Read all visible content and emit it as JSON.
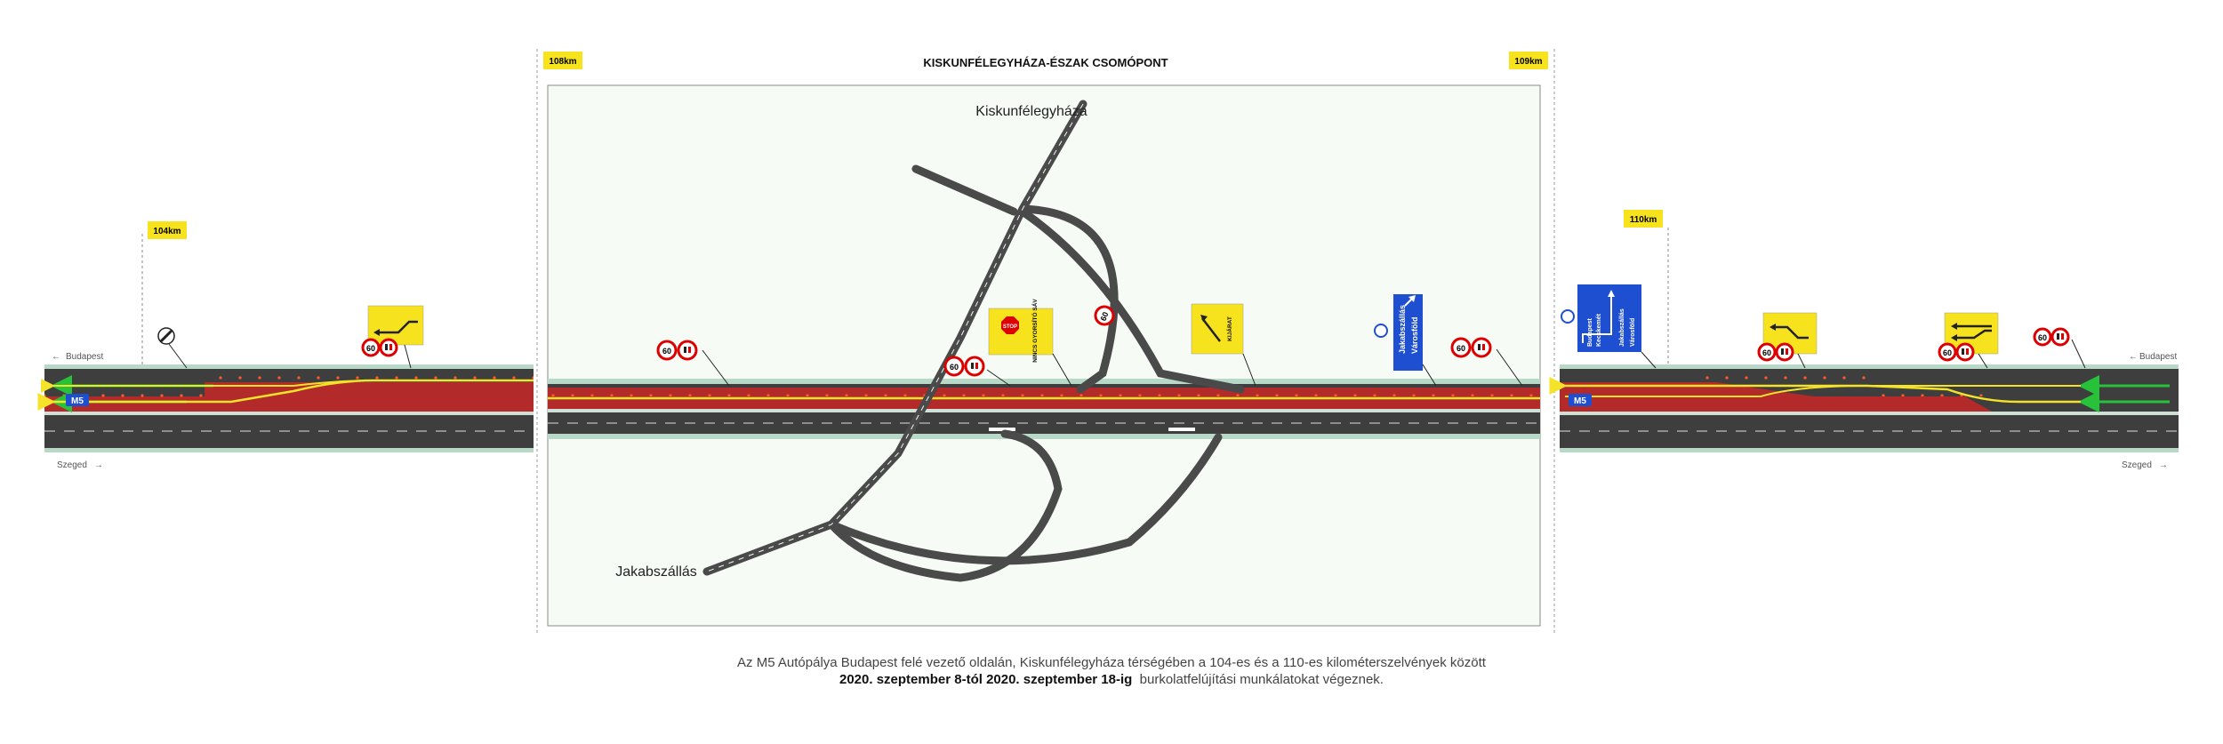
{
  "title": "KISKUNFÉLEGYHÁZA-ÉSZAK CSOMÓPONT",
  "km_markers": {
    "km104": "104km",
    "km108": "108km",
    "km109": "109km",
    "km110": "110km"
  },
  "directions": {
    "left_top": "Budapest",
    "left_bottom": "Szeged",
    "right_top": "Budapest",
    "right_bottom": "Szeged"
  },
  "road_shields": {
    "left": "M5",
    "right": "M5"
  },
  "towns": {
    "north": "Kiskunfélegyháza",
    "south": "Jakabszállás"
  },
  "signs": {
    "speed": "60",
    "stop": "STOP",
    "no_accel_lane": "NINCS GYORSÍTÓ SÁV",
    "exit": "KIJÁRAT",
    "direction_sign": "Jakabszállás",
    "direction_sign_2": "Városföld",
    "right_direction_1": "Budapest",
    "right_direction_2": "Kecskemét",
    "right_direction_3": "Jakabszállás",
    "right_direction_4": "Városföld"
  },
  "caption": {
    "line1": "Az M5 Autópálya Budapest felé vezető oldalán, Kiskunfélegyháza térségében a 104-es és a 110-es kilométerszelvények között",
    "dates": "2020. szeptember 8-tól 2020. szeptember 18-ig",
    "line2_rest": "burkolatfelújítási munkálatokat végeznek."
  },
  "colors": {
    "road": "#3e3e3e",
    "work_zone": "#b22a2a",
    "detour": "#f5e32a",
    "green_arrow": "#27c23a",
    "blue_sign": "#1f4fd1",
    "marker_yellow": "#f7e21e",
    "verge": "#b9d9c8"
  }
}
